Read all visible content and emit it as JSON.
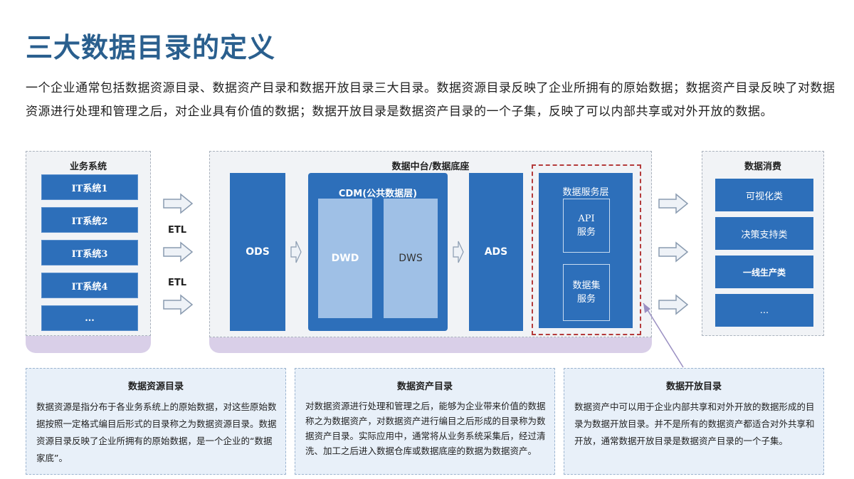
{
  "title": "三大数据目录的定义",
  "intro": "一个企业通常包括数据资源目录、数据资产目录和数据开放目录三大目录。数据资源目录反映了企业所拥有的原始数据；数据资产目录反映了对数据资源进行处理和管理之后，对企业具有价值的数据；数据开放目录是数据资产目录的一个子集，反映了可以内部共享或对外开放的数据。",
  "business": {
    "title": "业务系统",
    "items": [
      "IT系统1",
      "IT系统2",
      "IT系统3",
      "IT系统4",
      "..."
    ]
  },
  "etl_labels": [
    "ETL",
    "ETL"
  ],
  "platform": {
    "title": "数据中台/数据底座",
    "ods": "ODS",
    "cdm_title": "CDM(公共数据层)",
    "dwd": "DWD",
    "dws": "DWS",
    "ads": "ADS",
    "service_title": "数据服务层",
    "api_service": [
      "API",
      "服务"
    ],
    "dataset_service": [
      "数据集",
      "服务"
    ]
  },
  "consumption": {
    "title": "数据消费",
    "items": [
      "可视化类",
      "决策支持类",
      "一线生产类",
      "..."
    ]
  },
  "descriptions": [
    {
      "title": "数据资源目录",
      "body": "数据资源是指分布于各业务系统上的原始数据，对这些原始数据按照一定格式编目后形式的目录称之为数据资源目录。数据资源目录反映了企业所拥有的原始数据，是一个企业的“数据家底”。"
    },
    {
      "title": "数据资产目录",
      "body": "对数据资源进行处理和管理之后，能够为企业带来价值的数据称之为数据资产，对数据资产进行编目之后形成的目录称为数据资产目录。实际应用中，通常将从业务系统采集后，经过清洗、加工之后进入数据仓库或数据底座的数据为数据资产。"
    },
    {
      "title": "数据开放目录",
      "body": "数据资产中可以用于企业内部共享和对外开放的数据形成的目录为数据开放目录。并不是所有的数据资产都适合对外共享和开放，通常数据开放目录是数据资产目录的一个子集。"
    }
  ],
  "colors": {
    "title": "#2a5f8e",
    "block": "#2d6fba",
    "inner": "#9fc0e6",
    "highlight": "#b43b3b"
  }
}
